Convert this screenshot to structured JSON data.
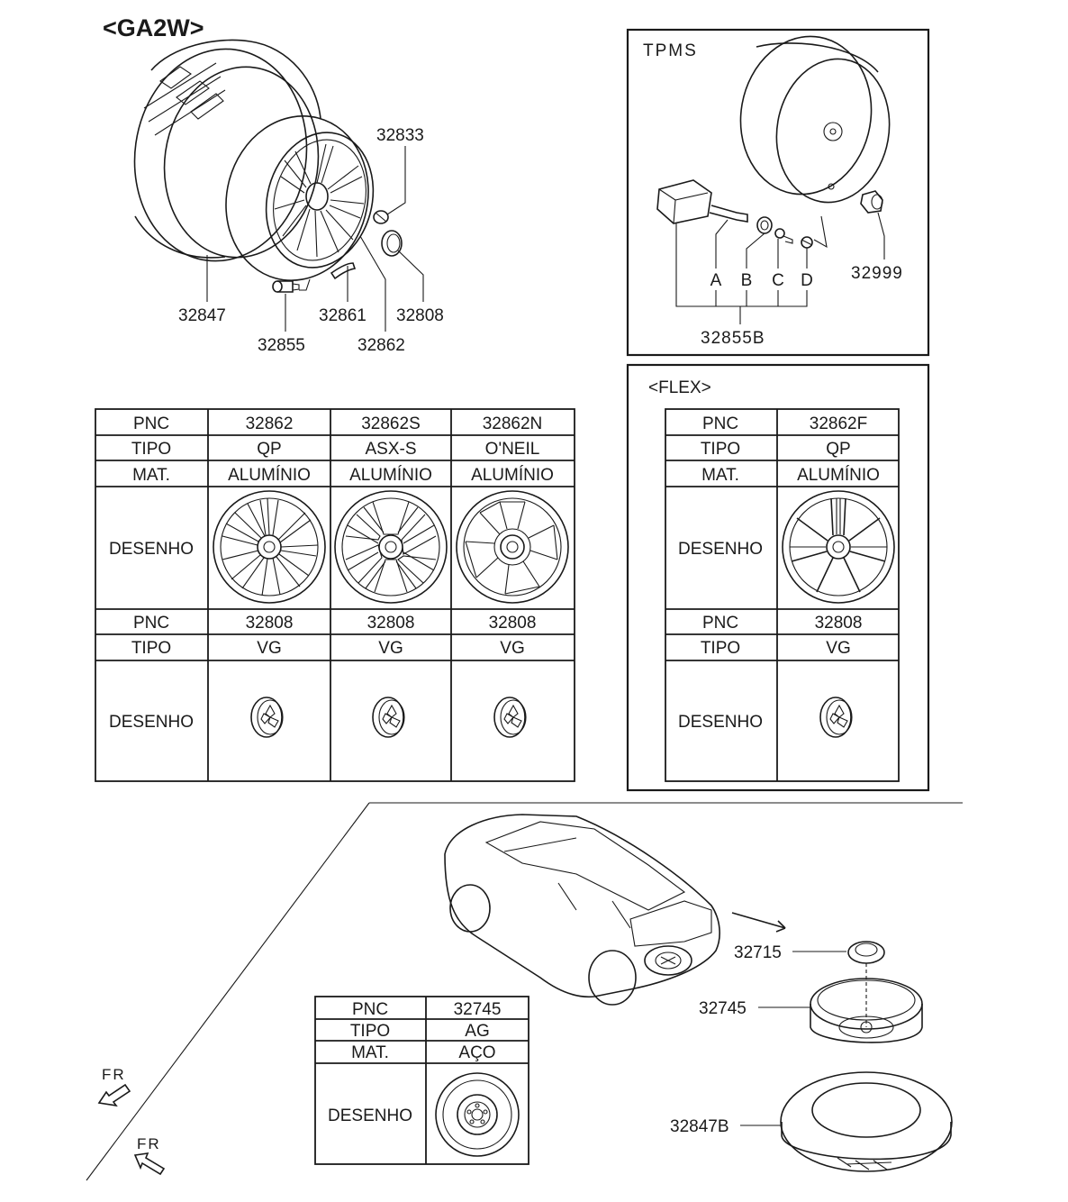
{
  "header": {
    "model_code": "<GA2W>"
  },
  "main_callouts": {
    "tire": "32847",
    "wheel": "32862",
    "cap": "32833",
    "center_cap": "32808",
    "balance_weight": "32861",
    "valve": "32855"
  },
  "tpms": {
    "title": "TPMS",
    "sensor_assembly": "32855B",
    "cap_part": "32999",
    "letters": [
      "A",
      "B",
      "C",
      "D"
    ]
  },
  "main_table": {
    "row_labels": [
      "PNC",
      "TIPO",
      "MAT.",
      "DESENHO",
      "PNC",
      "TIPO",
      "DESENHO"
    ],
    "columns": [
      {
        "pnc": "32862",
        "tipo": "QP",
        "mat": "ALUMÍNIO",
        "cap_pnc": "32808",
        "cap_tipo": "VG"
      },
      {
        "pnc": "32862S",
        "tipo": "ASX-S",
        "mat": "ALUMÍNIO",
        "cap_pnc": "32808",
        "cap_tipo": "VG"
      },
      {
        "pnc": "32862N",
        "tipo": "O'NEIL",
        "mat": "ALUMÍNIO",
        "cap_pnc": "32808",
        "cap_tipo": "VG"
      }
    ]
  },
  "flex": {
    "title": "<FLEX>",
    "row_labels": [
      "PNC",
      "TIPO",
      "MAT.",
      "DESENHO",
      "PNC",
      "TIPO",
      "DESENHO"
    ],
    "column": {
      "pnc": "32862F",
      "tipo": "QP",
      "mat": "ALUMÍNIO",
      "cap_pnc": "32808",
      "cap_tipo": "VG"
    }
  },
  "spare": {
    "callouts": {
      "holder": "32715",
      "spare_wheel": "32745",
      "spare_tire": "32847B"
    },
    "table": {
      "row_labels": [
        "PNC",
        "TIPO",
        "MAT.",
        "DESENHO"
      ],
      "pnc": "32745",
      "tipo": "AG",
      "mat": "AÇO"
    }
  },
  "direction": {
    "label_1": "FR",
    "label_2": "FR"
  }
}
